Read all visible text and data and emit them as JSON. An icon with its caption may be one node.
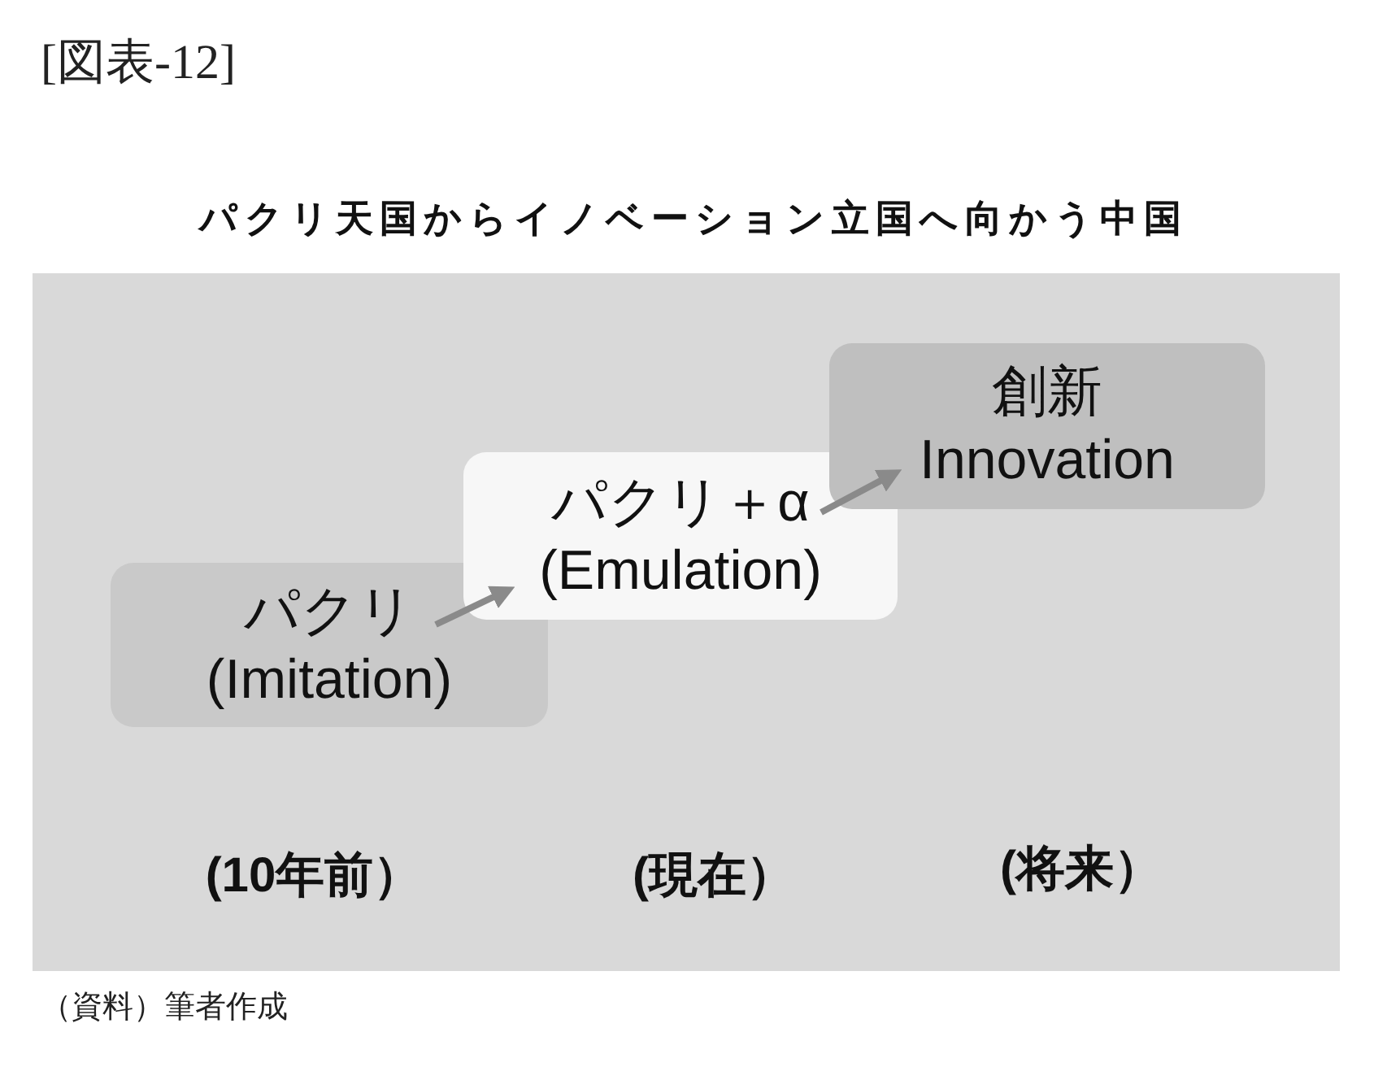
{
  "diagram": {
    "title": "パクリ天国からイノベーション立国へ向かう中国",
    "caption": "（資料）筆者作成",
    "nodes": [
      {
        "text": [
          "パクリ",
          "(Imitation)"
        ]
      },
      {
        "text": [
          "パクリ＋α",
          "(Emulation)"
        ]
      },
      {
        "text": [
          "創新",
          "Innovation"
        ]
      }
    ],
    "edges": [
      {
        "from": 0,
        "to": 1,
        "arrow": "to"
      },
      {
        "from": 1,
        "to": 2,
        "arrow": "to"
      }
    ],
    "labels": [
      "[図表-12]",
      "(10年前）",
      "(現在）",
      "(将来）"
    ]
  }
}
